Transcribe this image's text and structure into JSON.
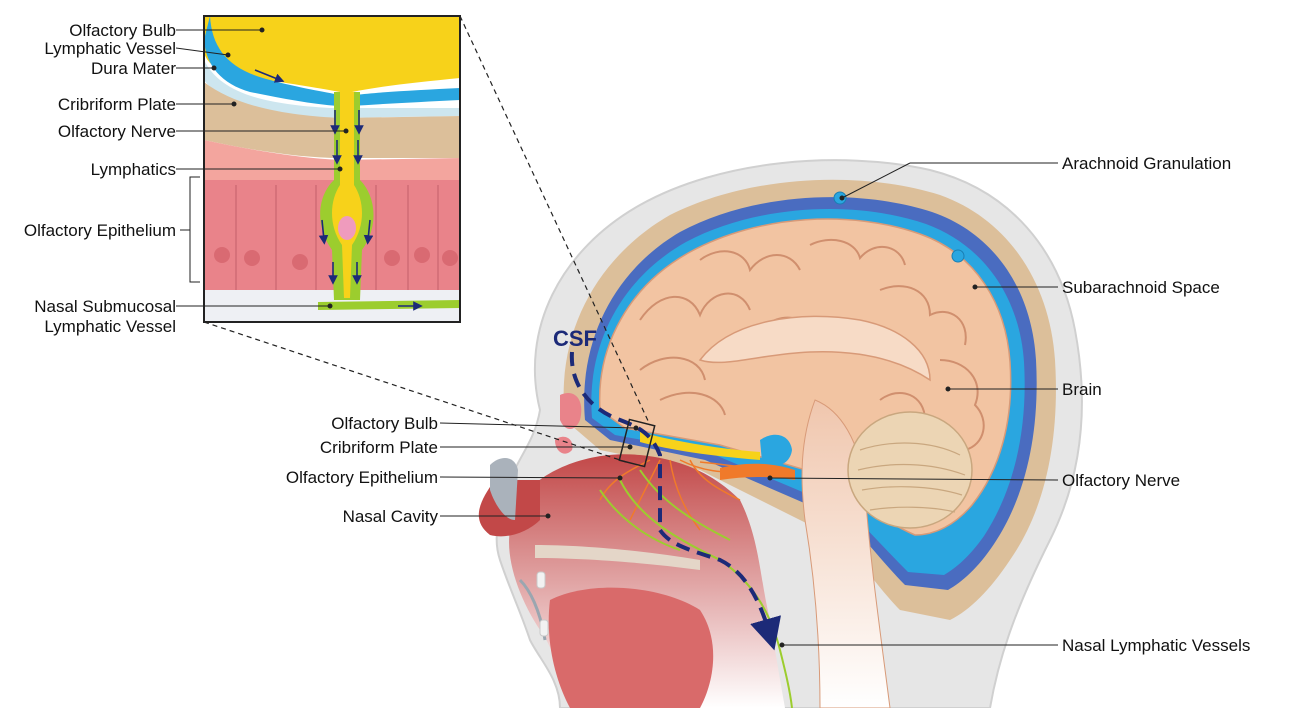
{
  "inset_labels": {
    "olfactory_bulb": "Olfactory Bulb",
    "lymphatic_vessel": "Lymphatic Vessel",
    "dura_mater": "Dura Mater",
    "cribriform_plate": "Cribriform Plate",
    "olfactory_nerve": "Olfactory Nerve",
    "lymphatics": "Lymphatics",
    "olfactory_epithelium": "Olfactory Epithelium",
    "nasal_submucosal_line1": "Nasal Submucosal",
    "nasal_submucosal_line2": "Lymphatic Vessel"
  },
  "head_left_labels": {
    "olfactory_bulb": "Olfactory Bulb",
    "cribriform_plate": "Cribriform Plate",
    "olfactory_epithelium": "Olfactory Epithelium",
    "nasal_cavity": "Nasal Cavity"
  },
  "head_right_labels": {
    "arachnoid_granulation": "Arachnoid Granulation",
    "subarachnoid_space": "Subarachnoid Space",
    "brain": "Brain",
    "olfactory_nerve": "Olfactory Nerve",
    "nasal_lymphatic_vessels": "Nasal Lymphatic Vessels"
  },
  "csf_label": "CSF",
  "colors": {
    "bulb_yellow": "#f7d21a",
    "csf_blue": "#2aa6e0",
    "dura_dark_blue": "#4a6cc0",
    "brain_tan": "#f2c4a2",
    "skull_tan": "#dcbf9a",
    "epithelium_pink": "#e9838a",
    "nerve_green": "#9ccd2e",
    "arrow_navy": "#1c2a78",
    "nerve_orange": "#f07a2a",
    "nasal_red": "#c24848"
  }
}
